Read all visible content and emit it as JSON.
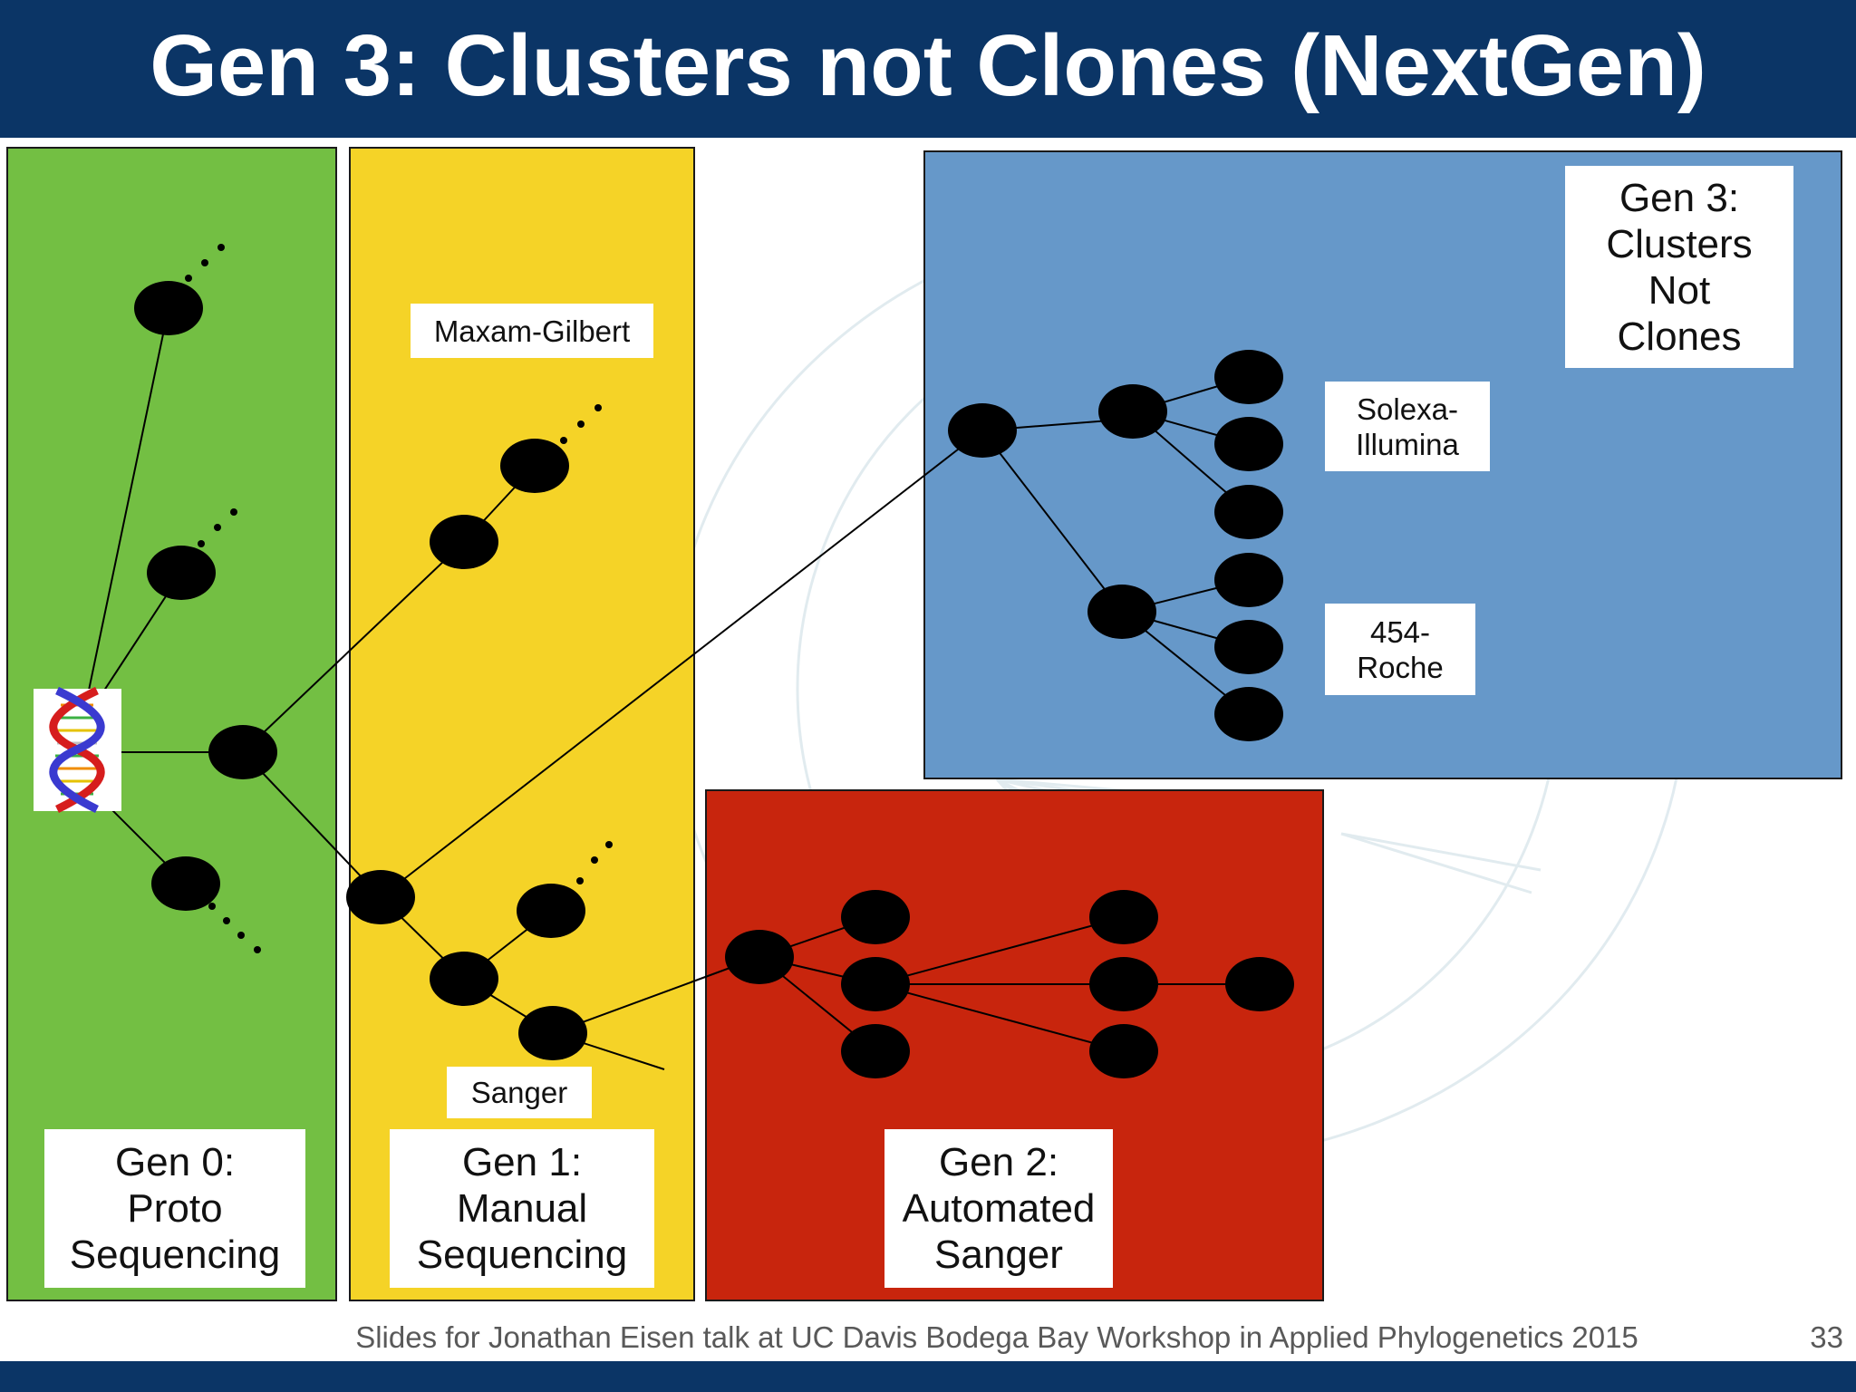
{
  "slide": {
    "title": "Gen 3: Clusters not Clones (NextGen)",
    "footer": "Slides for Jonathan Eisen talk at UC Davis Bodega Bay Workshop in Applied Phylogenetics 2015",
    "page_number": "33"
  },
  "colors": {
    "title_bar": "#0b3566",
    "gen0_panel": "#73bf43",
    "gen1_panel": "#f5d327",
    "gen2_panel": "#c8250d",
    "gen3_panel": "#6698c9"
  },
  "labels": {
    "gen0": [
      "Gen 0:",
      "Proto",
      "Sequencing"
    ],
    "gen1": [
      "Gen 1:",
      "Manual",
      "Sequencing"
    ],
    "gen2": [
      "Gen 2:",
      "Automated",
      "Sanger"
    ],
    "gen3": [
      "Gen 3:",
      "Clusters",
      "Not",
      "Clones"
    ],
    "maxam_gilbert": "Maxam-Gilbert",
    "sanger": "Sanger",
    "solexa": [
      "Solexa-",
      "Illumina"
    ],
    "roche": [
      "454-",
      "Roche"
    ]
  },
  "icons": {
    "dna": "dna-double-helix-icon"
  }
}
